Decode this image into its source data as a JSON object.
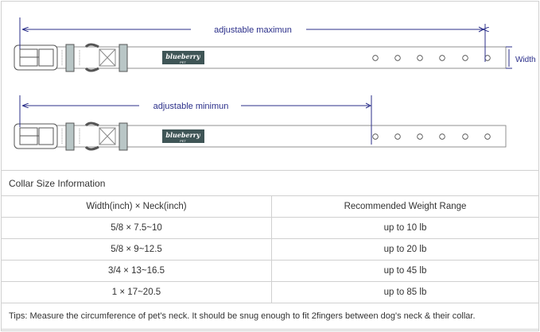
{
  "diagram": {
    "max_label": "adjustable maximun",
    "min_label": "adjustable minimun",
    "width_label": "Width",
    "brand_logo": "blueberry PET",
    "arrow_color": "#2b2f8a"
  },
  "table": {
    "title": "Collar Size Information",
    "headers": [
      "Width(inch)  ×  Neck(inch)",
      "Recommended Weight Range"
    ],
    "rows": [
      [
        "5/8 × 7.5~10",
        "up to 10 lb"
      ],
      [
        "5/8 × 9~12.5",
        "up to 20 lb"
      ],
      [
        "3/4 × 13~16.5",
        "up to 45 lb"
      ],
      [
        "1 × 17~20.5",
        "up to 85 lb"
      ]
    ],
    "tips": "Tips: Measure the circumference of pet's neck. It should be snug enough to fit 2fingers between dog's neck & their collar."
  }
}
